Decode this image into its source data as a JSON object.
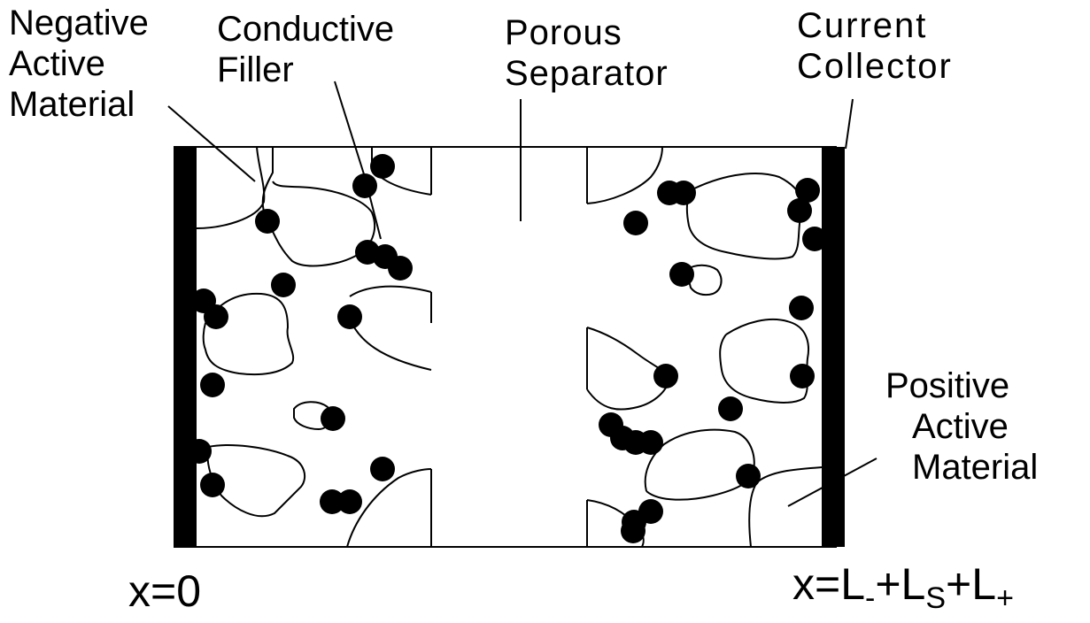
{
  "labels": {
    "negative_line1": "Negative",
    "negative_line2": "Active",
    "negative_line3": "Material",
    "filler_line1": "Conductive",
    "filler_line2": "Filler",
    "separator_line1": "Porous",
    "separator_line2": "Separator",
    "collector_line1": "Current",
    "collector_line2": "Collector",
    "positive_line1": "Positive",
    "positive_line2": "Active",
    "positive_line3": "Material"
  },
  "axis": {
    "left": "x=0",
    "right_prefix": "x=L",
    "right_sub1": "-",
    "right_plus1": "+L",
    "right_sub2": "S",
    "right_plus2": "+L",
    "right_sub3": "+"
  },
  "colors": {
    "ink": "#000000",
    "background": "#ffffff"
  }
}
